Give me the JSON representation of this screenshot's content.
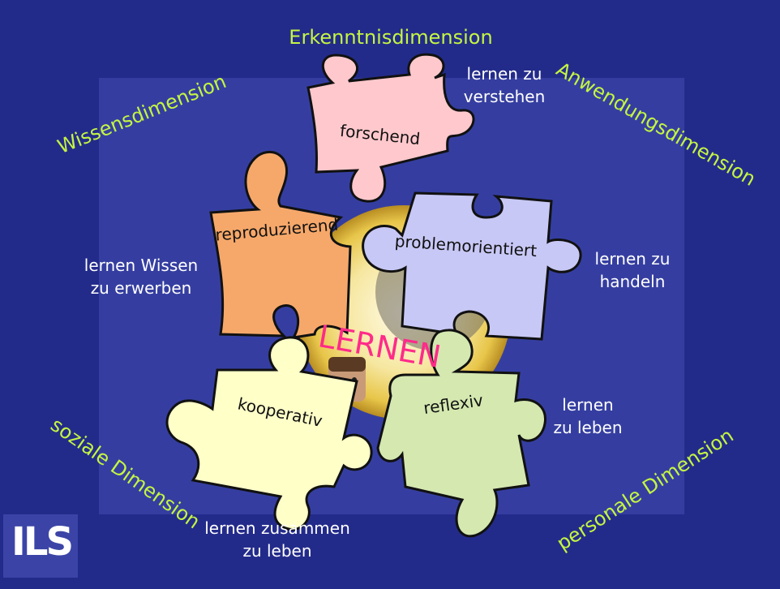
{
  "dimensions": {
    "top": "Erkenntnisdimension",
    "left": "Wissensdimension",
    "right": "Anwendungsdimension",
    "bottom_left": "soziale Dimension",
    "bottom_right": "personale Dimension"
  },
  "center": {
    "title": "LERNEN"
  },
  "pieces": {
    "forschend": "forschend",
    "reproduzierend": "reproduzierend",
    "problemorientiert": "problemorientiert",
    "kooperativ": "kooperativ",
    "reflexiv": "reflexiv"
  },
  "annotations": {
    "verstehen": [
      "lernen zu",
      "verstehen"
    ],
    "wissen": [
      "lernen Wissen",
      "zu erwerben"
    ],
    "handeln": [
      "lernen zu",
      "handeln"
    ],
    "leben": [
      "lernen",
      "zu leben"
    ],
    "zusammen": [
      "lernen zusammen",
      "zu leben"
    ]
  },
  "logo": {
    "text": "ILS"
  },
  "colors": {
    "background": "#232b8a",
    "panel": "#353ea0",
    "dimension_text": "#c4f542",
    "lernen_text": "#ff2a8a",
    "forschend": "#ffc8cc",
    "reproduzierend": "#f6a86a",
    "problemorientiert": "#c8c8f6",
    "kooperativ": "#ffffc8",
    "reflexiv": "#d4e8b0"
  }
}
